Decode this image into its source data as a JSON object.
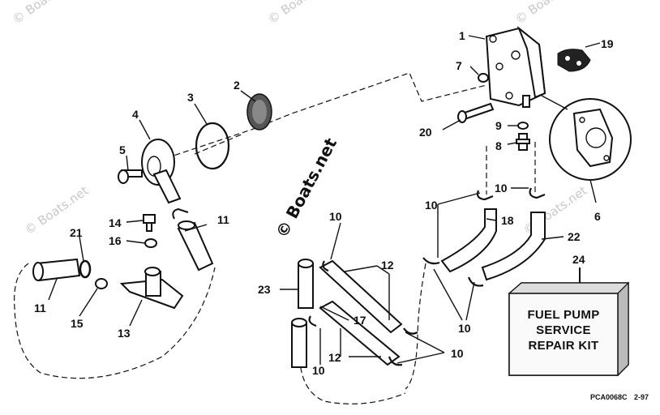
{
  "diagram": {
    "callouts": {
      "c1": "1",
      "c2": "2",
      "c3": "3",
      "c4": "4",
      "c5": "5",
      "c6": "6",
      "c7": "7",
      "c8": "8",
      "c9": "9",
      "c10a": "10",
      "c10b": "10",
      "c10c": "10",
      "c10d": "10",
      "c10e": "10",
      "c10f": "10",
      "c11a": "11",
      "c11b": "11",
      "c12a": "12",
      "c12b": "12",
      "c13": "13",
      "c14": "14",
      "c15": "15",
      "c16": "16",
      "c17": "17",
      "c18": "18",
      "c19": "19",
      "c20": "20",
      "c21": "21",
      "c22": "22",
      "c23": "23",
      "c24": "24"
    },
    "kit_box": {
      "line1": "FUEL PUMP",
      "line2": "SERVICE",
      "line3": "REPAIR KIT"
    },
    "footer": {
      "code": "PCA0068C",
      "date": "2-97"
    },
    "watermark": {
      "main": "© Boats.net",
      "faint": "© Boats.net"
    }
  }
}
